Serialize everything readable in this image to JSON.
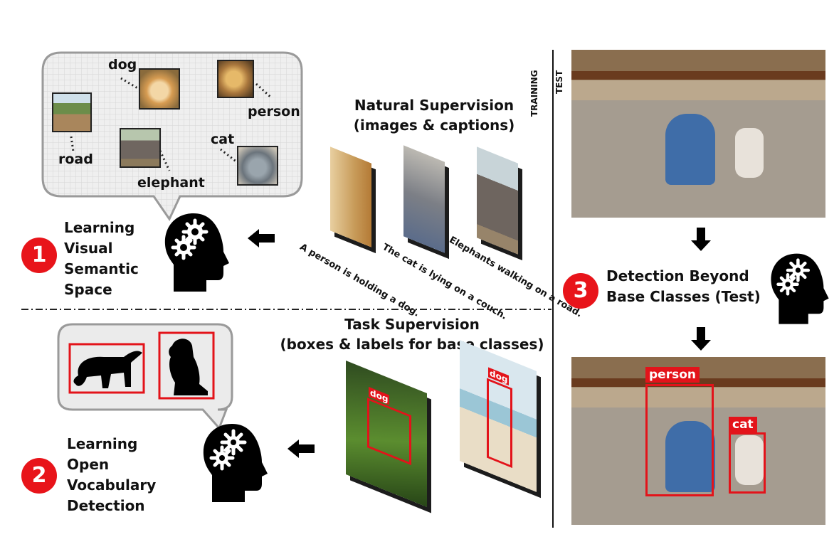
{
  "stages": {
    "one": {
      "number": "1",
      "lines": [
        "Learning",
        "Visual",
        "Semantic",
        "Space"
      ]
    },
    "two": {
      "number": "2",
      "lines": [
        "Learning",
        "Open",
        "Vocabulary",
        "Detection"
      ]
    },
    "three": {
      "number": "3",
      "lines": [
        "Detection Beyond",
        "Base Classes (Test)"
      ]
    }
  },
  "semantic_space": {
    "words": {
      "dog": "dog",
      "person": "person",
      "road": "road",
      "elephant": "elephant",
      "cat": "cat"
    }
  },
  "natural_supervision": {
    "title_lines": [
      "Natural Supervision",
      "(images & captions)"
    ],
    "captions": [
      "A person is holding a dog.",
      "The cat is lying on a couch.",
      "Elephants walking on a road."
    ]
  },
  "task_supervision": {
    "title_lines": [
      "Task Supervision",
      "(boxes & labels for base classes)"
    ],
    "box_labels": [
      "dog",
      "dog"
    ]
  },
  "phase_labels": {
    "training": "TRAINING",
    "test": "TEST"
  },
  "detections": {
    "person": "person",
    "cat": "cat"
  },
  "colors": {
    "accent_red": "#e3131a",
    "icon": "#000000",
    "grid": "#efefef"
  }
}
